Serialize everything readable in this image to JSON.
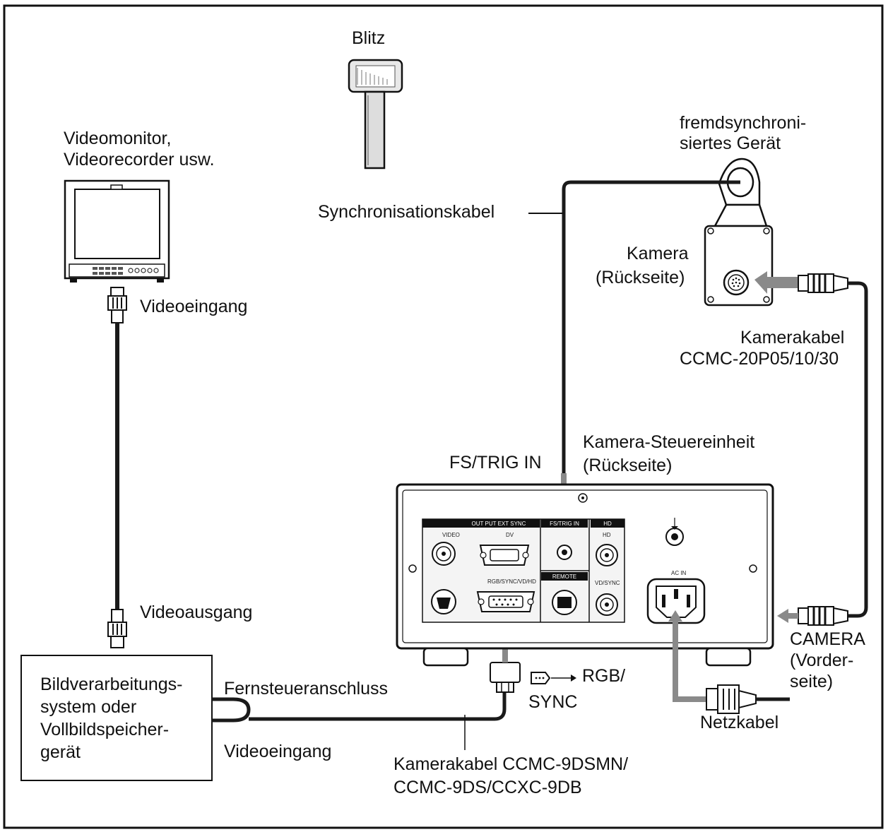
{
  "colors": {
    "ink": "#111111",
    "cable": "#1a1a1a",
    "arrow": "#8a8a8a",
    "panel_fill": "#f4f4f4"
  },
  "labels": {
    "flash": "Blitz",
    "monitor_line1": "Videomonitor,",
    "monitor_line2": "Videorecorder usw.",
    "monitor_input": "Videoeingang",
    "sync_cable": "Synchronisationskabel",
    "ext_device_line1": "fremdsynchroni-",
    "ext_device_line2": "siertes Gerät",
    "camera_line1": "Kamera",
    "camera_line2": "(Rückseite)",
    "camera_cable_line1": "Kamerakabel",
    "camera_cable_line2": "CCMC-20P05/10/30",
    "ccu_line1": "Kamera-Steuereinheit",
    "ccu_line2": "(Rückseite)",
    "fs_trig_in": "FS/TRIG IN",
    "video_output": "Videoausgang",
    "image_system_line1": "Bildverarbeitungs-",
    "image_system_line2": "system oder",
    "image_system_line3": "Vollbildspeicher-",
    "image_system_line4": "gerät",
    "remote_port": "Fernsteueranschluss",
    "image_system_input": "Videoeingang",
    "rgb_line1": "RGB/",
    "rgb_line2": "SYNC",
    "camera_front_line1": "CAMERA",
    "camera_front_line2": "(Vorder-",
    "camera_front_line3": "seite)",
    "power_cable": "Netzkabel",
    "bottom_cable_line1": "Kamerakabel CCMC-9DSMN/",
    "bottom_cable_line2": "CCMC-9DS/CCXC-9DB"
  },
  "panel": {
    "output_ext_sync": "OUT PUT EXT SYNC",
    "video": "VIDEO",
    "dv": "DV",
    "fs_trig": "FS/TRIG IN",
    "hd": "HD",
    "remote": "REMOTE",
    "vd_sync": "VD/SYNC",
    "ac_in": "AC IN",
    "rgb_sync_vd": "RGB/SYNC/VD/HD"
  }
}
